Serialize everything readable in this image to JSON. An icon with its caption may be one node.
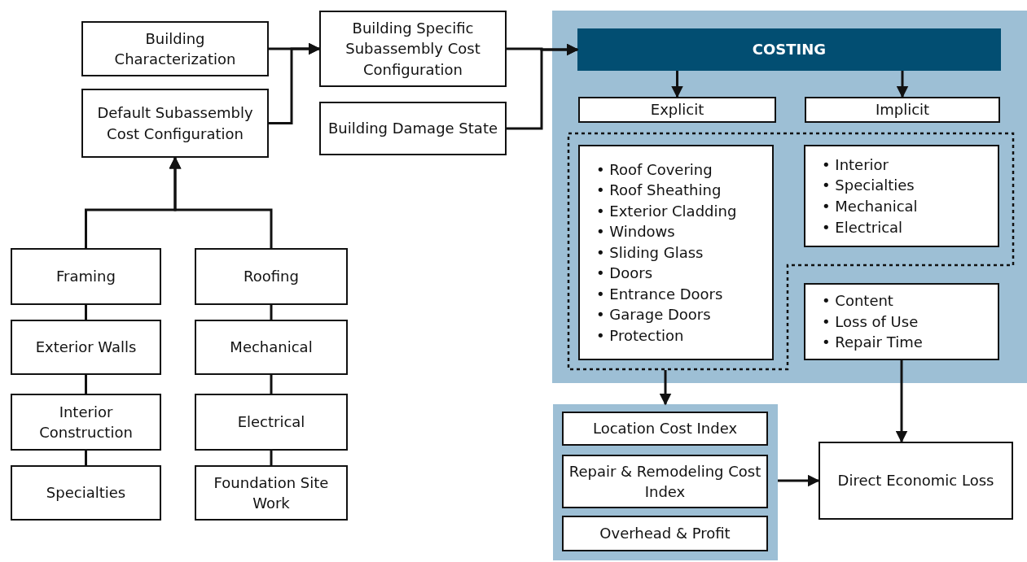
{
  "diagram": {
    "nodes": [
      {
        "text": [
          "Building Characterization"
        ]
      },
      {
        "text": [
          "Default Subassembly Cost Configuration"
        ]
      },
      {
        "text": [
          "Building Specific Subassembly Cost Configuration"
        ]
      },
      {
        "text": [
          "Building Damage State"
        ]
      },
      {
        "text": [],
        "shape": "box"
      },
      {
        "text": [
          "COSTING"
        ],
        "in": 4
      },
      {
        "text": [
          "Explicit"
        ],
        "in": 4
      },
      {
        "text": [
          "Implicit"
        ],
        "in": 4
      },
      {
        "text": [],
        "shape": "box",
        "in": 4
      },
      {
        "text": [
          "• Roof Covering",
          "• Roof Sheathing",
          "• Exterior Cladding",
          "• Windows",
          "• Sliding Glass",
          "• Doors",
          "• Entrance Doors",
          "• Garage Doors",
          "• Protection"
        ],
        "in": 8
      },
      {
        "text": [
          "• Interior",
          "• Specialties",
          "• Mechanical",
          "• Electrical"
        ],
        "in": 8
      },
      {
        "text": [
          "• Content",
          "• Loss of Use",
          "• Repair Time"
        ],
        "in": 4
      },
      {
        "text": [],
        "shape": "box"
      },
      {
        "text": [
          "Location Cost Index"
        ],
        "in": 12
      },
      {
        "text": [
          "Repair & Remodeling Cost Index"
        ],
        "in": 12
      },
      {
        "text": [
          "Overhead & Profit"
        ],
        "in": 12
      },
      {
        "text": [
          "Direct Economic Loss"
        ]
      },
      {
        "text": [
          "Framing"
        ]
      },
      {
        "text": [
          "Exterior Walls"
        ]
      },
      {
        "text": [
          "Interior Construction"
        ]
      },
      {
        "text": [
          "Specialties"
        ]
      },
      {
        "text": [
          "Roofing"
        ]
      },
      {
        "text": [
          "Mechanical"
        ]
      },
      {
        "text": [
          "Electrical"
        ]
      },
      {
        "text": [
          "Foundation Site Work"
        ]
      }
    ],
    "edges": [
      {
        "from": 0,
        "to": 2,
        "arrow": "to"
      },
      {
        "from": 1,
        "to": 2,
        "arrow": "to"
      },
      {
        "from": 2,
        "to": 5,
        "arrow": "to"
      },
      {
        "from": 3,
        "to": 5,
        "arrow": "to"
      },
      {
        "from": 5,
        "to": 6,
        "arrow": "to"
      },
      {
        "from": 5,
        "to": 7,
        "arrow": "to"
      },
      {
        "from": 8,
        "to": 12,
        "arrow": "to"
      },
      {
        "from": 11,
        "to": 16,
        "arrow": "to"
      },
      {
        "from": 12,
        "to": 16,
        "arrow": "to"
      },
      {
        "from": 17,
        "to": 1,
        "arrow": "to"
      },
      {
        "from": 21,
        "to": 1,
        "arrow": "to"
      },
      {
        "from": 17,
        "to": 18,
        "arrow": "none"
      },
      {
        "from": 18,
        "to": 19,
        "arrow": "none"
      },
      {
        "from": 19,
        "to": 20,
        "arrow": "none"
      },
      {
        "from": 21,
        "to": 22,
        "arrow": "none"
      },
      {
        "from": 22,
        "to": 23,
        "arrow": "none"
      },
      {
        "from": 23,
        "to": 24,
        "arrow": "none"
      }
    ]
  }
}
